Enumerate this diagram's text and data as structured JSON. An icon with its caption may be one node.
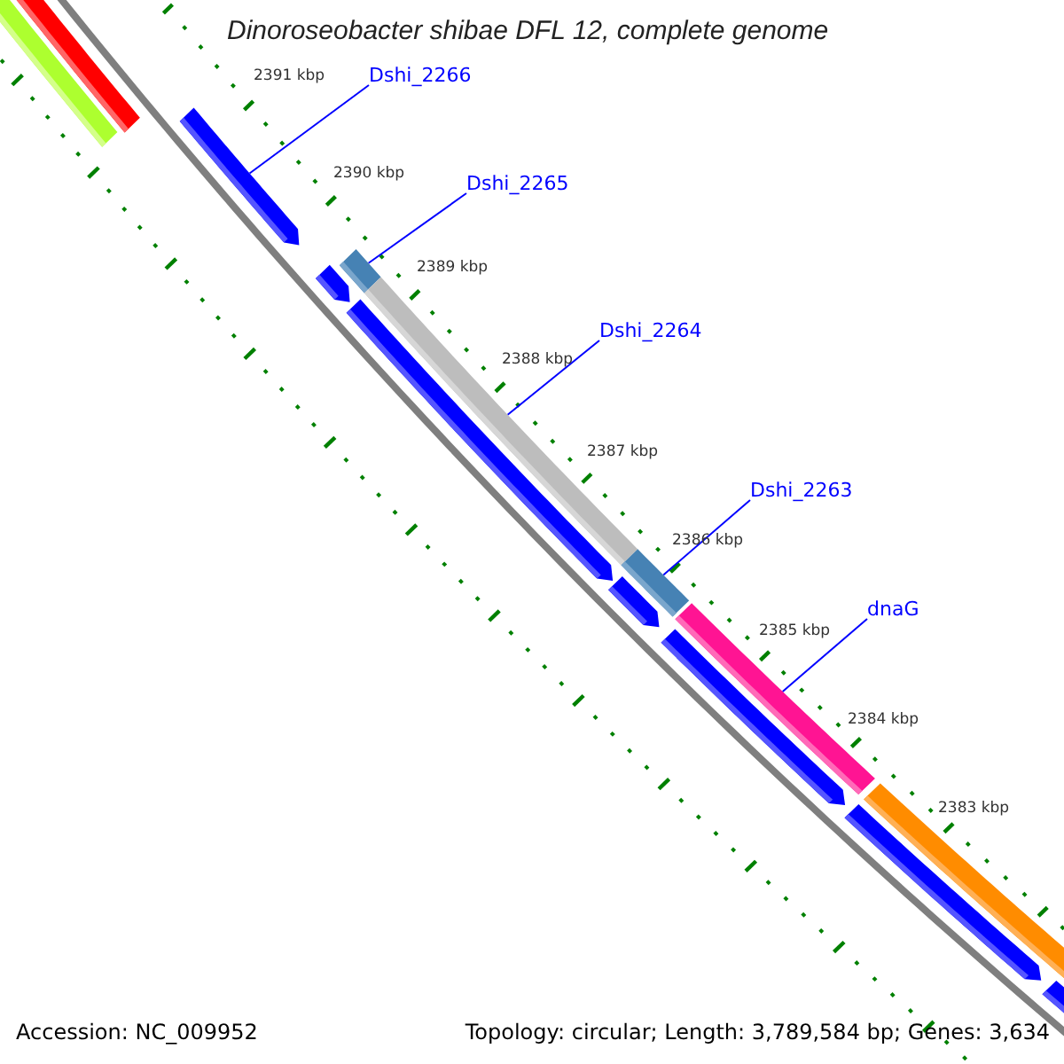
{
  "diagram": {
    "title": "Dinoroseobacter shibae DFL 12, complete genome",
    "nodes": [
      {
        "text": [
          "Dshi_2266"
        ]
      },
      {
        "text": [],
        "shape": "bar"
      },
      {
        "text": [
          "Dshi_2265"
        ]
      },
      {
        "text": [],
        "shape": "bar"
      },
      {
        "text": [
          "Dshi_2264"
        ]
      },
      {
        "text": [],
        "shape": "bar"
      },
      {
        "text": [
          "Dshi_2263"
        ]
      },
      {
        "text": [],
        "shape": "bar"
      },
      {
        "text": [
          "dnaG"
        ]
      },
      {
        "text": [],
        "shape": "bar"
      }
    ],
    "edges": [
      {
        "from": 0,
        "to": 1,
        "arrow": "none"
      },
      {
        "from": 2,
        "to": 3,
        "arrow": "none"
      },
      {
        "from": 4,
        "to": 5,
        "arrow": "none"
      },
      {
        "from": 6,
        "to": 7,
        "arrow": "none"
      },
      {
        "from": 8,
        "to": 9,
        "arrow": "none"
      }
    ],
    "labels": [
      "2391 kbp",
      "2390 kbp",
      "2389 kbp",
      "2388 kbp",
      "2387 kbp",
      "2386 kbp",
      "2385 kbp",
      "2384 kbp",
      "2383 kbp",
      "Accession: NC_009952",
      "Topology: circular; Length: 3,789,584 bp; Genes: 3,634"
    ]
  }
}
